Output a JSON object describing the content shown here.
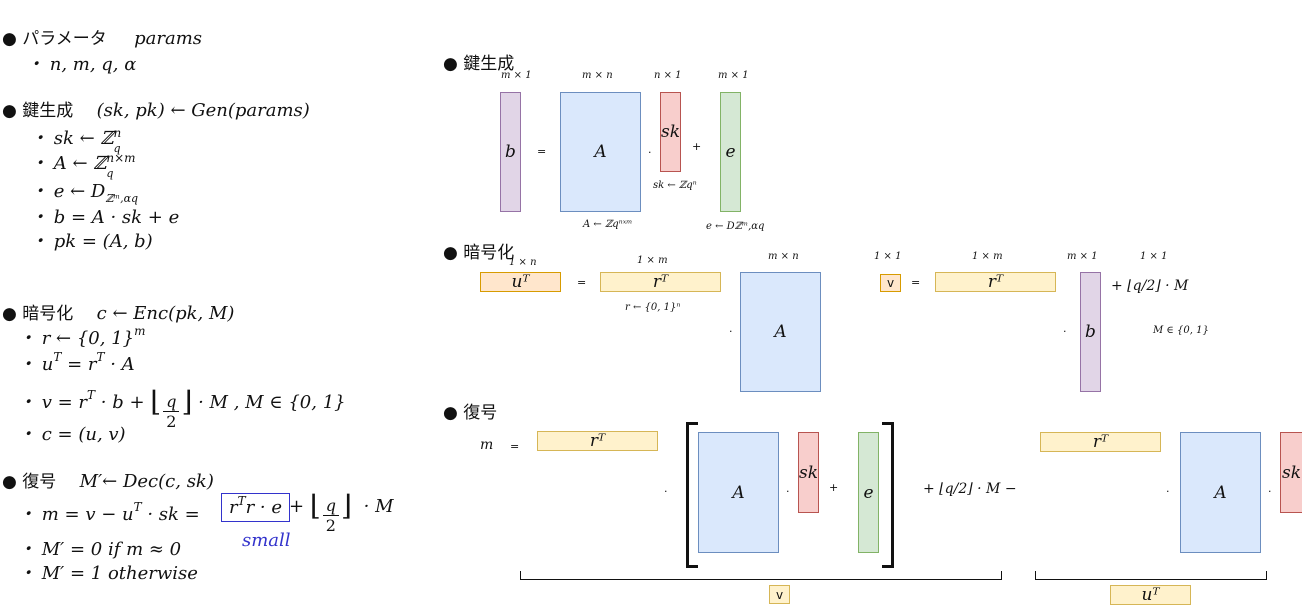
{
  "left": {
    "params_label": "● パラメータ",
    "params_value": "params",
    "params_item": "・ n, m, q, α",
    "keygen_label": "● 鍵生成",
    "keygen_formula": "(sk, pk) ← Gen(params)",
    "keygen_items": [
      "・ sk ← ℤ",
      "・ A ← ℤ",
      "・ e ← D",
      "・ b = A · sk + e",
      "・ pk = (A, b)"
    ],
    "keygen_sup": [
      "n",
      "n×m"
    ],
    "keygen_sub": [
      "q",
      "q",
      "ℤᵐ,αq"
    ],
    "enc_label": "● 暗号化",
    "enc_formula": "c ← Enc(pk, M)",
    "enc_items": [
      "・ r ← {0, 1}",
      "・ u",
      " = r",
      " · A",
      "・ v = r",
      " · b + ",
      " · M   , M ∈ {0, 1}",
      "・ c = (u, v)"
    ],
    "enc_sup": [
      "m",
      "T",
      "T",
      "T"
    ],
    "enc_frac": [
      "q",
      "2"
    ],
    "dec_label": "● 復号",
    "dec_formula": "M′← Dec(c, sk)",
    "dec_line": [
      "・ m = v − u",
      " · sk = ",
      " + ",
      " · M"
    ],
    "dec_sup": [
      "T",
      "T"
    ],
    "dec_boxed": "r · e",
    "dec_frac": [
      "q",
      "2"
    ],
    "dec_small": "small",
    "dec_cases": [
      "・ M′ = 0   if   m ≈ 0",
      "・ M′ = 1   otherwise"
    ]
  },
  "right": {
    "keygen_label": "● 鍵生成",
    "keygen_dims": [
      "m × 1",
      "m × n",
      "n × 1",
      "m × 1"
    ],
    "keygen_boxes": [
      "b",
      "A",
      "sk",
      "e"
    ],
    "keygen_ops": [
      "=",
      "·",
      "+"
    ],
    "keygen_notes": [
      "sk ← ℤqⁿ",
      "A ← ℤqⁿˣᵐ",
      "e ← Dℤᵐ,αq"
    ],
    "enc_label": "● 暗号化",
    "enc_dims": [
      "1 × n",
      "1 × m",
      "m × n",
      "1 × 1",
      "1 × m",
      "m × 1",
      "1 × 1"
    ],
    "enc_boxes": [
      "uᵀ",
      "rᵀ",
      "A",
      "v",
      "rᵀ",
      "b"
    ],
    "enc_ops": [
      "=",
      "·",
      "=",
      "·"
    ],
    "enc_notes": [
      "r ← {0, 1}ⁿ",
      "+ ⌊q/2⌋ · M",
      "M ∈ {0, 1}"
    ],
    "dec_label": "● 復号",
    "dec_m": "m",
    "dec_ops": [
      "=",
      "·",
      "·",
      "+",
      "·"
    ],
    "dec_boxes": [
      "rᵀ",
      "A",
      "sk",
      "e",
      "rᵀ",
      "A",
      "sk"
    ],
    "dec_mid": "+ ⌊q/2⌋ · M −",
    "dec_under": [
      "v",
      "uᵀ"
    ]
  },
  "colors": {
    "purple": "#e1d5e7",
    "blue": "#dae8fc",
    "red": "#f8cecc",
    "green": "#d5e8d4",
    "yellow": "#fff2cc",
    "orange": "#ffe6cc",
    "annotation": "#3333cc"
  }
}
